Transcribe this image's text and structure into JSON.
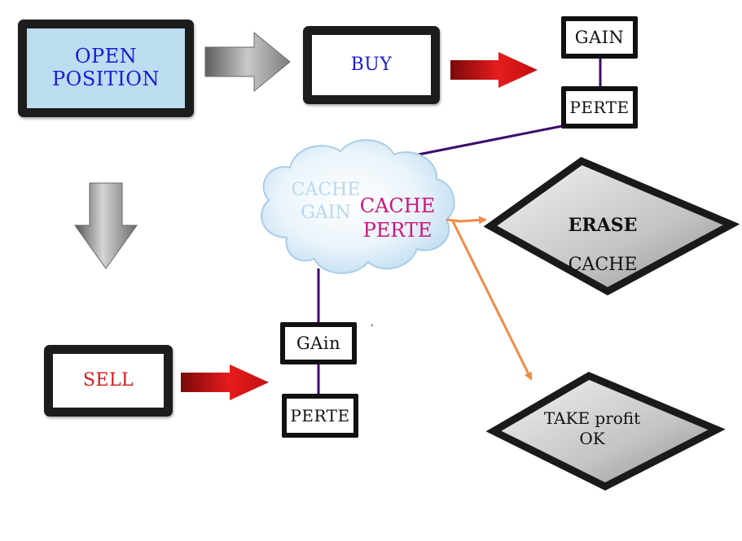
{
  "nodes": {
    "open_position": "OPEN\nPOSITION",
    "buy": "BUY",
    "sell": "SELL",
    "gain_top": "GAIN",
    "perte_top": "PERTE",
    "gain_bottom": "GAin",
    "perte_bottom": "PERTE",
    "cache_gain": "CACHE\nGAIN",
    "cache_perte": "CACHE\nPERTE",
    "erase_cache_bold": "ERASE",
    "erase_cache_rest": "CACHE",
    "take_profit": "TAKE profit\nOK"
  },
  "colors": {
    "blue_text": "#1a1ad6",
    "red_text": "#d11b1b",
    "magenta_text": "#d0147a",
    "light_blue_text": "#b9d7ee",
    "open_fill": "#bcdcf0",
    "connector_purple": "#3d0a6e",
    "connector_orange": "#f28a46",
    "arrow_red": "#d91414",
    "arrow_gray": "#8d8d8d"
  }
}
